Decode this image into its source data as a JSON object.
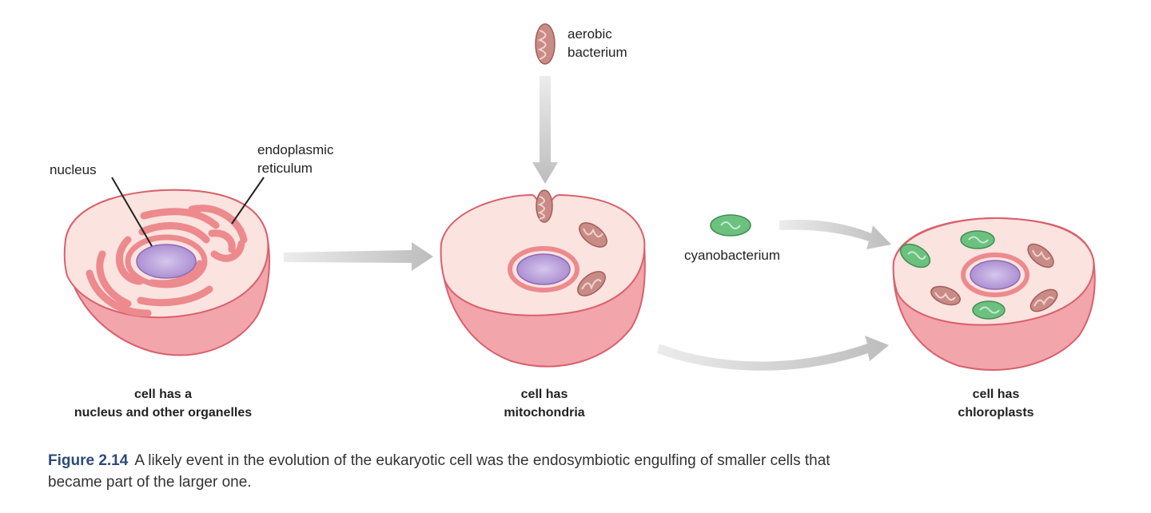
{
  "labels": {
    "aerobic_bacterium": [
      "aerobic",
      "bacterium"
    ],
    "nucleus": "nucleus",
    "endoplasmic_reticulum": [
      "endoplasmic",
      "reticulum"
    ],
    "cyanobacterium": "cyanobacterium"
  },
  "stages": [
    {
      "line1": "cell has a",
      "line2": "nucleus and other organelles"
    },
    {
      "line1": "cell has",
      "line2": "mitochondria"
    },
    {
      "line1": "cell has",
      "line2": "chloroplasts"
    }
  ],
  "caption": {
    "label": "Figure 2.14",
    "text": "A likely event in the evolution of the eukaryotic cell was the endosymbiotic engulfing of smaller cells that became part of the larger one."
  },
  "colors": {
    "cell_fill": "#fbe3df",
    "cell_side": "#f2a5aa",
    "cell_outline": "#d9606d",
    "nucleus": "#b79ad6",
    "er": "#ec8a8e",
    "mitochondrion": "#c98b86",
    "chloroplast": "#6cc17f",
    "arrow": "#cfcfcf",
    "caption_label": "#2d4a7a"
  }
}
